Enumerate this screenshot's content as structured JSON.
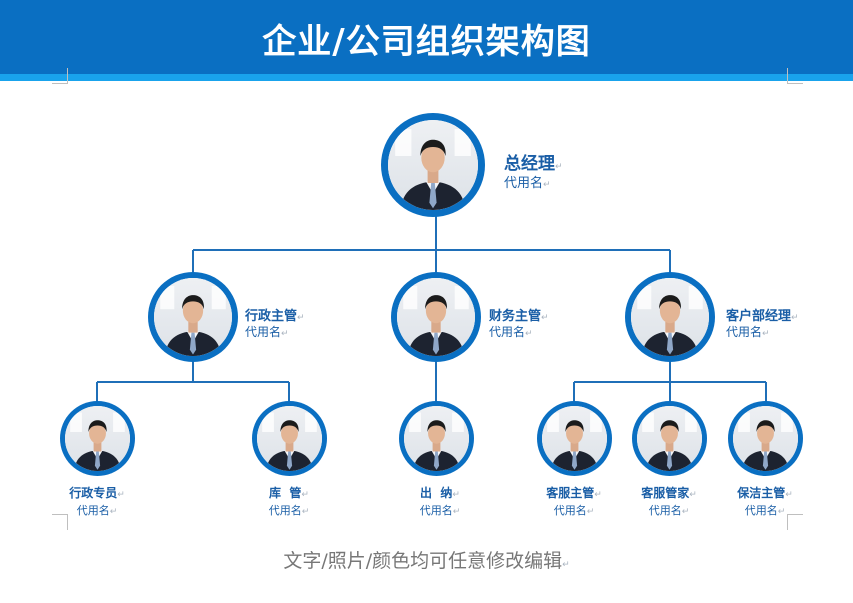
{
  "header": {
    "title": "企业/公司组织架构图"
  },
  "chart_data": {
    "type": "org-chart",
    "root": {
      "role": "总经理",
      "name": "代用名",
      "children": [
        {
          "role": "行政主管",
          "name": "代用名",
          "children": [
            {
              "role": "行政专员",
              "name": "代用名"
            },
            {
              "role": "库  管",
              "name": "代用名"
            }
          ]
        },
        {
          "role": "财务主管",
          "name": "代用名",
          "children": [
            {
              "role": "出  纳",
              "name": "代用名"
            }
          ]
        },
        {
          "role": "客户部经理",
          "name": "代用名",
          "children": [
            {
              "role": "客服主管",
              "name": "代用名"
            },
            {
              "role": "客服管家",
              "name": "代用名"
            },
            {
              "role": "保洁主管",
              "name": "代用名"
            }
          ]
        }
      ]
    }
  },
  "footer": {
    "note": "文字/照片/颜色均可任意修改编辑"
  },
  "colors": {
    "header": "#0a6fc2",
    "stripe": "#19a3ec",
    "line": "#1f6fb8",
    "text": "#1a5ea6"
  }
}
